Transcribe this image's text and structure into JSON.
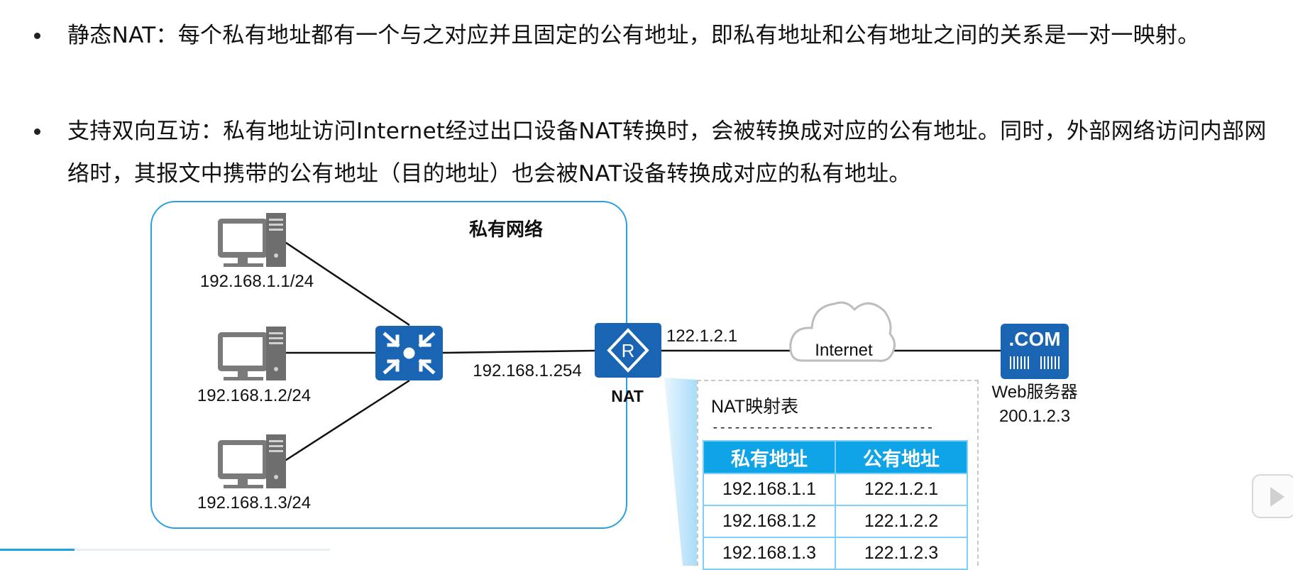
{
  "bullets": [
    "静态NAT：每个私有地址都有一个与之对应并且固定的公有地址，即私有地址和公有地址之间的关系是一对一映射。",
    "支持双向互访：私有地址访问Internet经过出口设备NAT转换时，会被转换成对应的公有地址。同时，外部网络访问内部网络时，其报文中携带的公有地址（目的地址）也会被NAT设备转换成对应的私有地址。"
  ],
  "diagram": {
    "private_network_label": "私有网络",
    "hosts": [
      "192.168.1.1/24",
      "192.168.1.2/24",
      "192.168.1.3/24"
    ],
    "gateway_ip": "192.168.1.254",
    "nat_label": "NAT",
    "nat_public_ip": "122.1.2.1",
    "internet_label": "Internet",
    "server_badge": ".COM",
    "server_label": "Web服务器",
    "server_ip": "200.1.2.3",
    "icons": [
      "pc-icon",
      "switch-icon",
      "router-icon",
      "cloud-icon",
      "web-server-icon"
    ],
    "colors": {
      "device_blue": "#1a64b4",
      "table_header": "#0fa3e8",
      "frame": "#2aa0e0"
    }
  },
  "nat_table": {
    "title": "NAT映射表",
    "separator": "------------------------------",
    "headers": [
      "私有地址",
      "公有地址"
    ],
    "rows": [
      [
        "192.168.1.1",
        "122.1.2.1"
      ],
      [
        "192.168.1.2",
        "122.1.2.2"
      ],
      [
        "192.168.1.3",
        "122.1.2.3"
      ]
    ]
  },
  "player": {
    "control_icon": "play-icon"
  }
}
